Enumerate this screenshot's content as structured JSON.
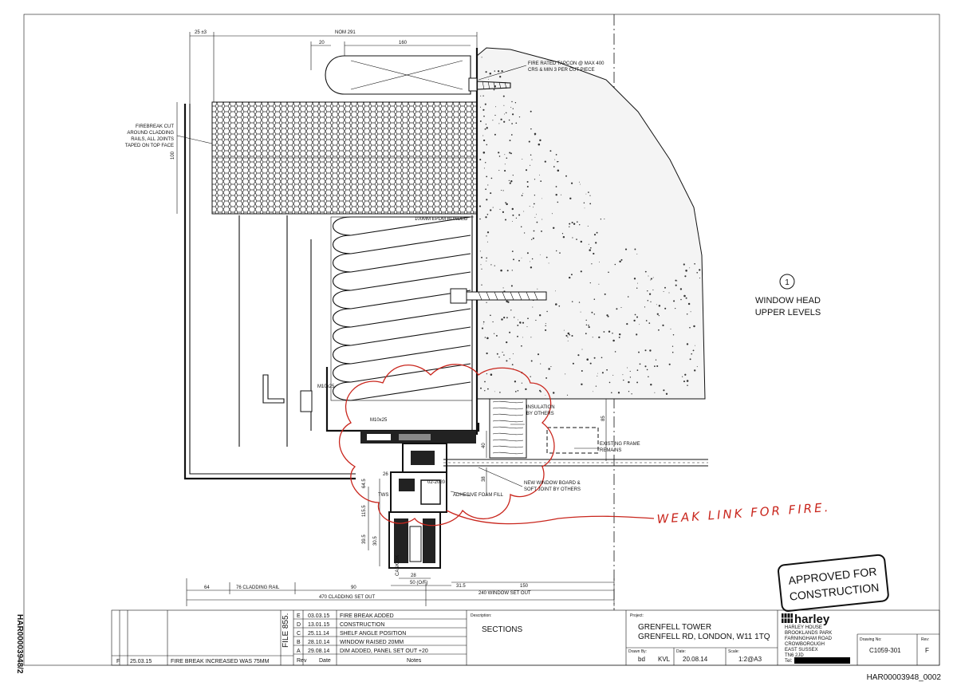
{
  "drawing": {
    "view_number": "1",
    "view_title_line1": "WINDOW HEAD",
    "view_title_line2": "UPPER LEVELS",
    "handwritten_note": "WEAK LINK FOR FIRE.",
    "approved_stamp_line1": "APPROVED FOR",
    "approved_stamp_line2": "CONSTRUCTION",
    "side_reference": "HAR00003948/2",
    "bottom_reference": "HAR00003948_0002"
  },
  "annotations": {
    "firebreak": [
      "FIREBREAK CUT",
      "AROUND CLADDING",
      "RAILS, ALL JOINTS",
      "TAPED ON TOP FACE"
    ],
    "tapcon": [
      "FIRE RATED TAPCON @ MAX 400",
      "CRS & MIN 3 PER CUT PIECE"
    ],
    "epdm": "100MM EPDM BONDED",
    "m10_upper": "M10x25",
    "m10_lower": "M10x25",
    "insulation": [
      "INSULATION",
      "BY OTHERS"
    ],
    "existing_frame": [
      "EXISTING FRAME",
      "REMAINS"
    ],
    "adhesive": "ADHESIVE FOAM FILL",
    "window_board": [
      "NEW WINDOW BOARD &",
      "SOFT JOINT BY OTHERS"
    ],
    "profile_code": "02-2020",
    "tws": "TWS",
    "gasket": "CASK/DK"
  },
  "dimensions": {
    "top_25": "25 ±3",
    "top_nom": "NOM 291",
    "top_20": "20",
    "top_160": "160",
    "side_100": "100",
    "right_85": "85",
    "right_40": "40",
    "d_38": "38",
    "d_26": "26",
    "d_64_5": "64.5",
    "d_115_5": "115.5",
    "d_39_5": "39.5",
    "d_30_5": "30.5",
    "b_28": "28",
    "b_50": "50 (O/F)",
    "b_31_5": "31.5",
    "b_150": "150",
    "b_64": "64",
    "b_76": "76 CLADDING RAIL",
    "b_90": "90",
    "b_240": "240 WINDOW SET OUT",
    "b_470": "470 CLADDING SET OUT"
  },
  "revisions": [
    {
      "rev": "E",
      "date": "03.03.15",
      "note": "FIRE BREAK ADDED"
    },
    {
      "rev": "D",
      "date": "13.01.15",
      "note": "CONSTRUCTION"
    },
    {
      "rev": "C",
      "date": "25.11.14",
      "note": "SHELF ANGLE POSITION"
    },
    {
      "rev": "B",
      "date": "28.10.14",
      "note": "WINDOW RAISED 20MM"
    },
    {
      "rev": "A",
      "date": "29.08.14",
      "note": "DIM ADDED, PANEL SET OUT +20"
    }
  ],
  "revision_f": {
    "rev": "F",
    "date": "25.03.15",
    "note": "FIRE BREAK INCREASED WAS 75MM"
  },
  "revision_header": {
    "rev": "Rev",
    "date": "Date",
    "notes": "Notes"
  },
  "file_label": "FILE 855.",
  "title_block": {
    "description_label": "Description:",
    "description": "SECTIONS",
    "project_label": "Project:",
    "project_line1": "GRENFELL TOWER",
    "project_line2": "GRENFELL RD, LONDON, W11 1TQ",
    "drawn_by_label": "Drawn By:",
    "drawn_by": "bd",
    "checked_by": "KVL",
    "date_label": "Date:",
    "date": "20.08.14",
    "scale_label": "Scale:",
    "scale": "1:2@A3",
    "company_name": "harley",
    "company_address": [
      "HARLEY HOUSE",
      "BROOKLANDS PARK",
      "FARNINGHAM ROAD",
      "CROWBOROUGH",
      "EAST SUSSEX",
      "TN6 2JD"
    ],
    "tel_label": "Tel:",
    "drawing_no_label": "Drawing No:",
    "drawing_no": "C1059-301",
    "rev_label": "Rev:",
    "rev": "F"
  },
  "colors": {
    "markup_red": "#c9261d",
    "ink": "#111111"
  }
}
